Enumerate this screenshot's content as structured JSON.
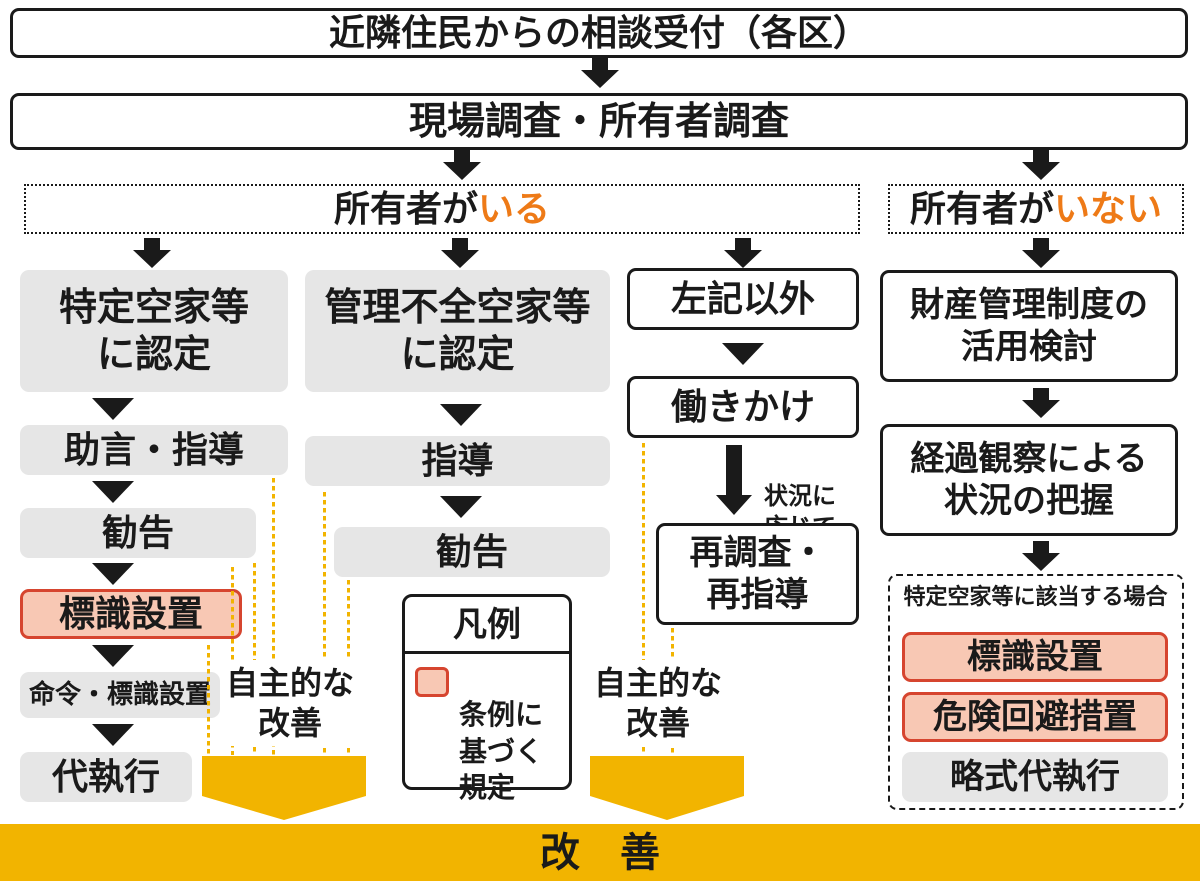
{
  "header": {
    "intake": "近隣住民からの相談受付（各区）",
    "survey": "現場調査・所有者調査"
  },
  "owner_present": {
    "label_prefix": "所有者が",
    "label_highlight": "いる",
    "col1": {
      "box1": "特定空家等\nに認定",
      "box2": "助言・指導",
      "box3": "勧告",
      "box4": "標識設置",
      "box5": "命令・標識設置",
      "box6": "代執行"
    },
    "col2": {
      "box1": "管理不全空家等\nに認定",
      "box2": "指導",
      "box3": "勧告"
    },
    "col3": {
      "box1": "左記以外",
      "box2": "働きかけ",
      "note": "状況に\n応じて",
      "box3": "再調査・\n再指導"
    },
    "voluntary_1": "自主的な\n改善",
    "voluntary_2": "自主的な\n改善"
  },
  "legend": {
    "title": "凡例",
    "item": "条例に\n基づく\n規定"
  },
  "owner_absent": {
    "label_prefix": "所有者が",
    "label_highlight": "いない",
    "box1": "財産管理制度の\n活用検討",
    "box2": "経過観察による\n状況の把握",
    "group_title": "特定空家等に該当する場合",
    "group_items": [
      "標識設置",
      "危険回避措置",
      "略式代執行"
    ]
  },
  "footer": {
    "label": "改　善"
  },
  "colors": {
    "accent_orange": "#ee7a17",
    "gold": "#f2b400",
    "pink_fill": "#f8c8b4",
    "pink_border": "#d6452f"
  }
}
